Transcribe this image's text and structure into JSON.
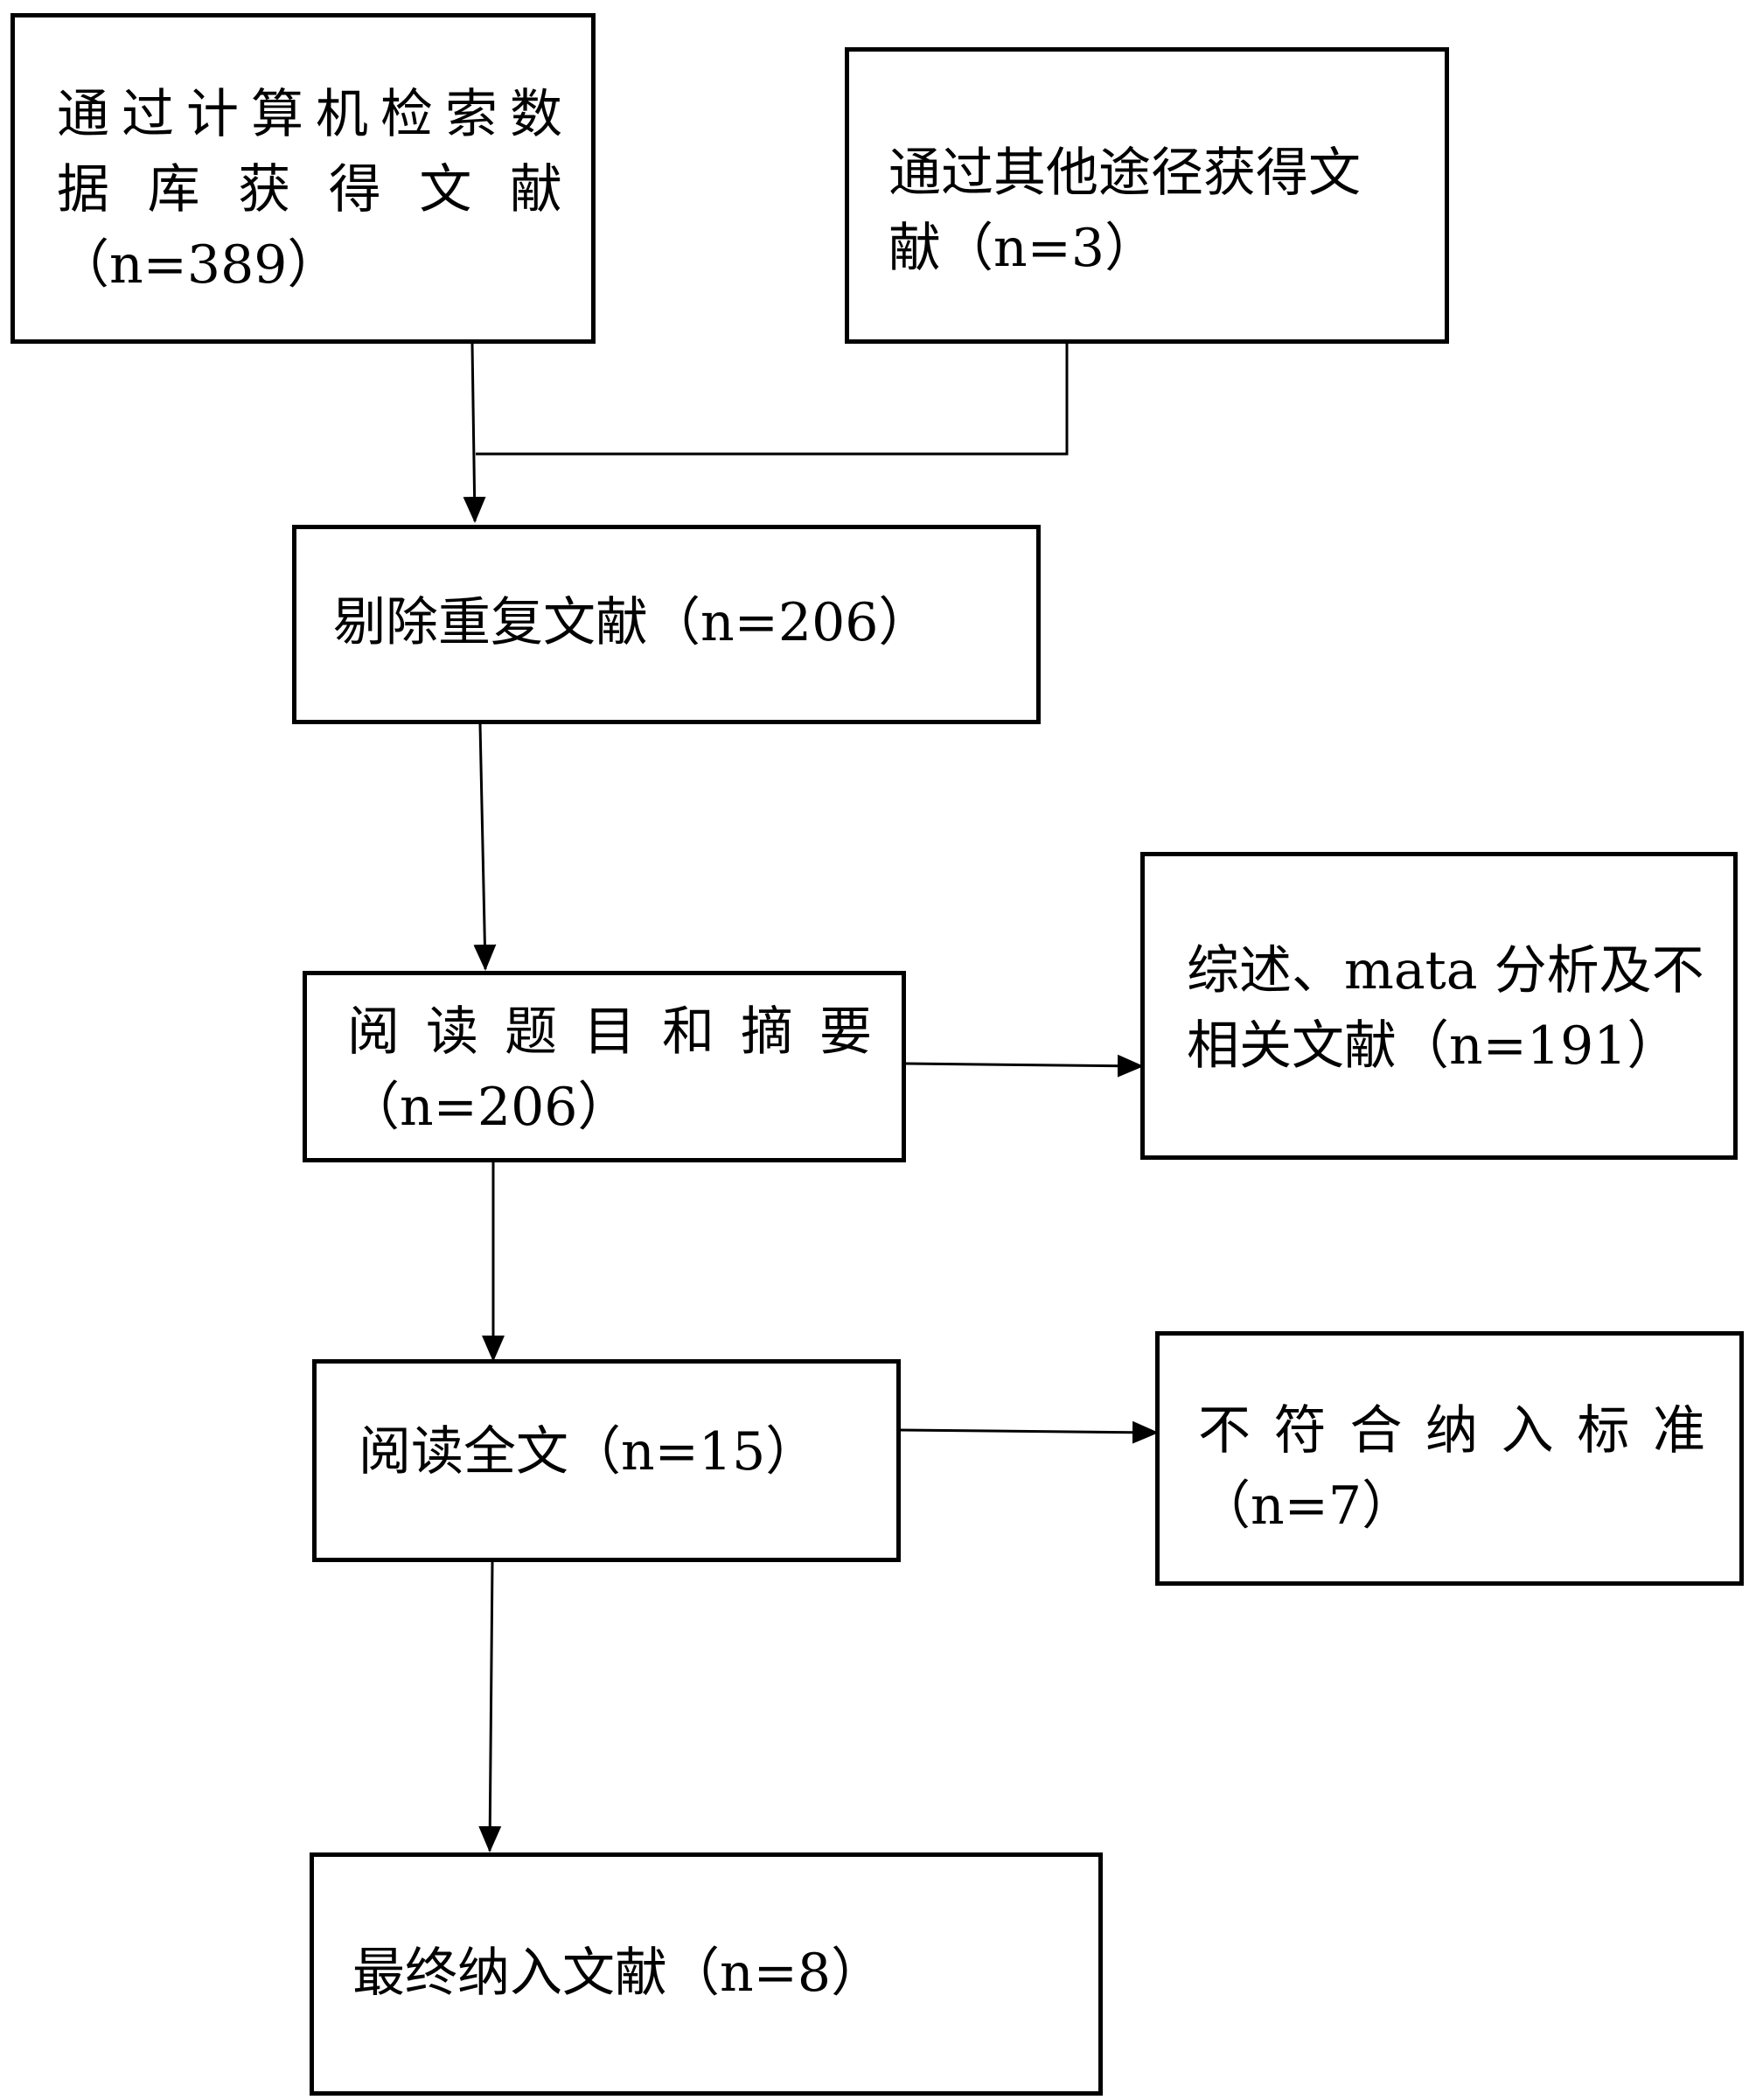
{
  "boxes": {
    "db_search": {
      "line1": "通过计算机检索数",
      "line2": "据库获得文献",
      "line3": "（n=389）"
    },
    "other_sources": {
      "line1": "通过其他途径获得文",
      "line2": "献（n=3）"
    },
    "remove_duplicates": {
      "line1": "剔除重复文献（n=206）"
    },
    "read_abstract": {
      "line1": "阅读题目和摘要",
      "line2": "（n=206）"
    },
    "excluded_reviews": {
      "line1": "综述、mata 分析及不",
      "line2": "相关文献（n=191）"
    },
    "read_fulltext": {
      "line1": "阅读全文（n=15）"
    },
    "not_meeting_criteria": {
      "line1": "不符合纳入标准",
      "line2": "（n=7）"
    },
    "final_included": {
      "line1": "最终纳入文献（n=8）"
    }
  },
  "colors": {
    "stroke": "#000000",
    "background": "#ffffff"
  }
}
